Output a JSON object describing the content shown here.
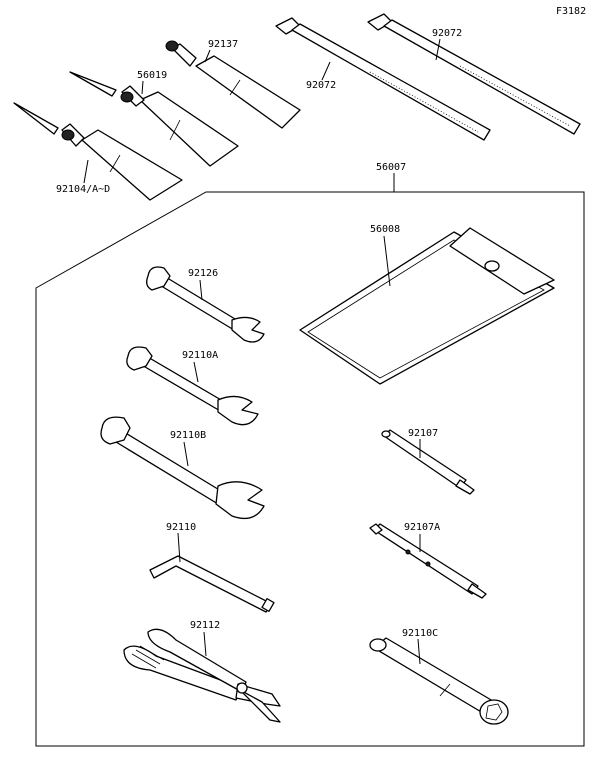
{
  "diagram_code": "F3182",
  "labels": {
    "p92137": "92137",
    "p56019": "56019",
    "p92104": "92104/A~D",
    "p92072a": "92072",
    "p92072b": "92072",
    "p56007": "56007",
    "p56008": "56008",
    "p92126": "92126",
    "p92110A": "92110A",
    "p92110B": "92110B",
    "p92107": "92107",
    "p92107A": "92107A",
    "p92110": "92110",
    "p92112": "92112",
    "p92110C": "92110C"
  }
}
